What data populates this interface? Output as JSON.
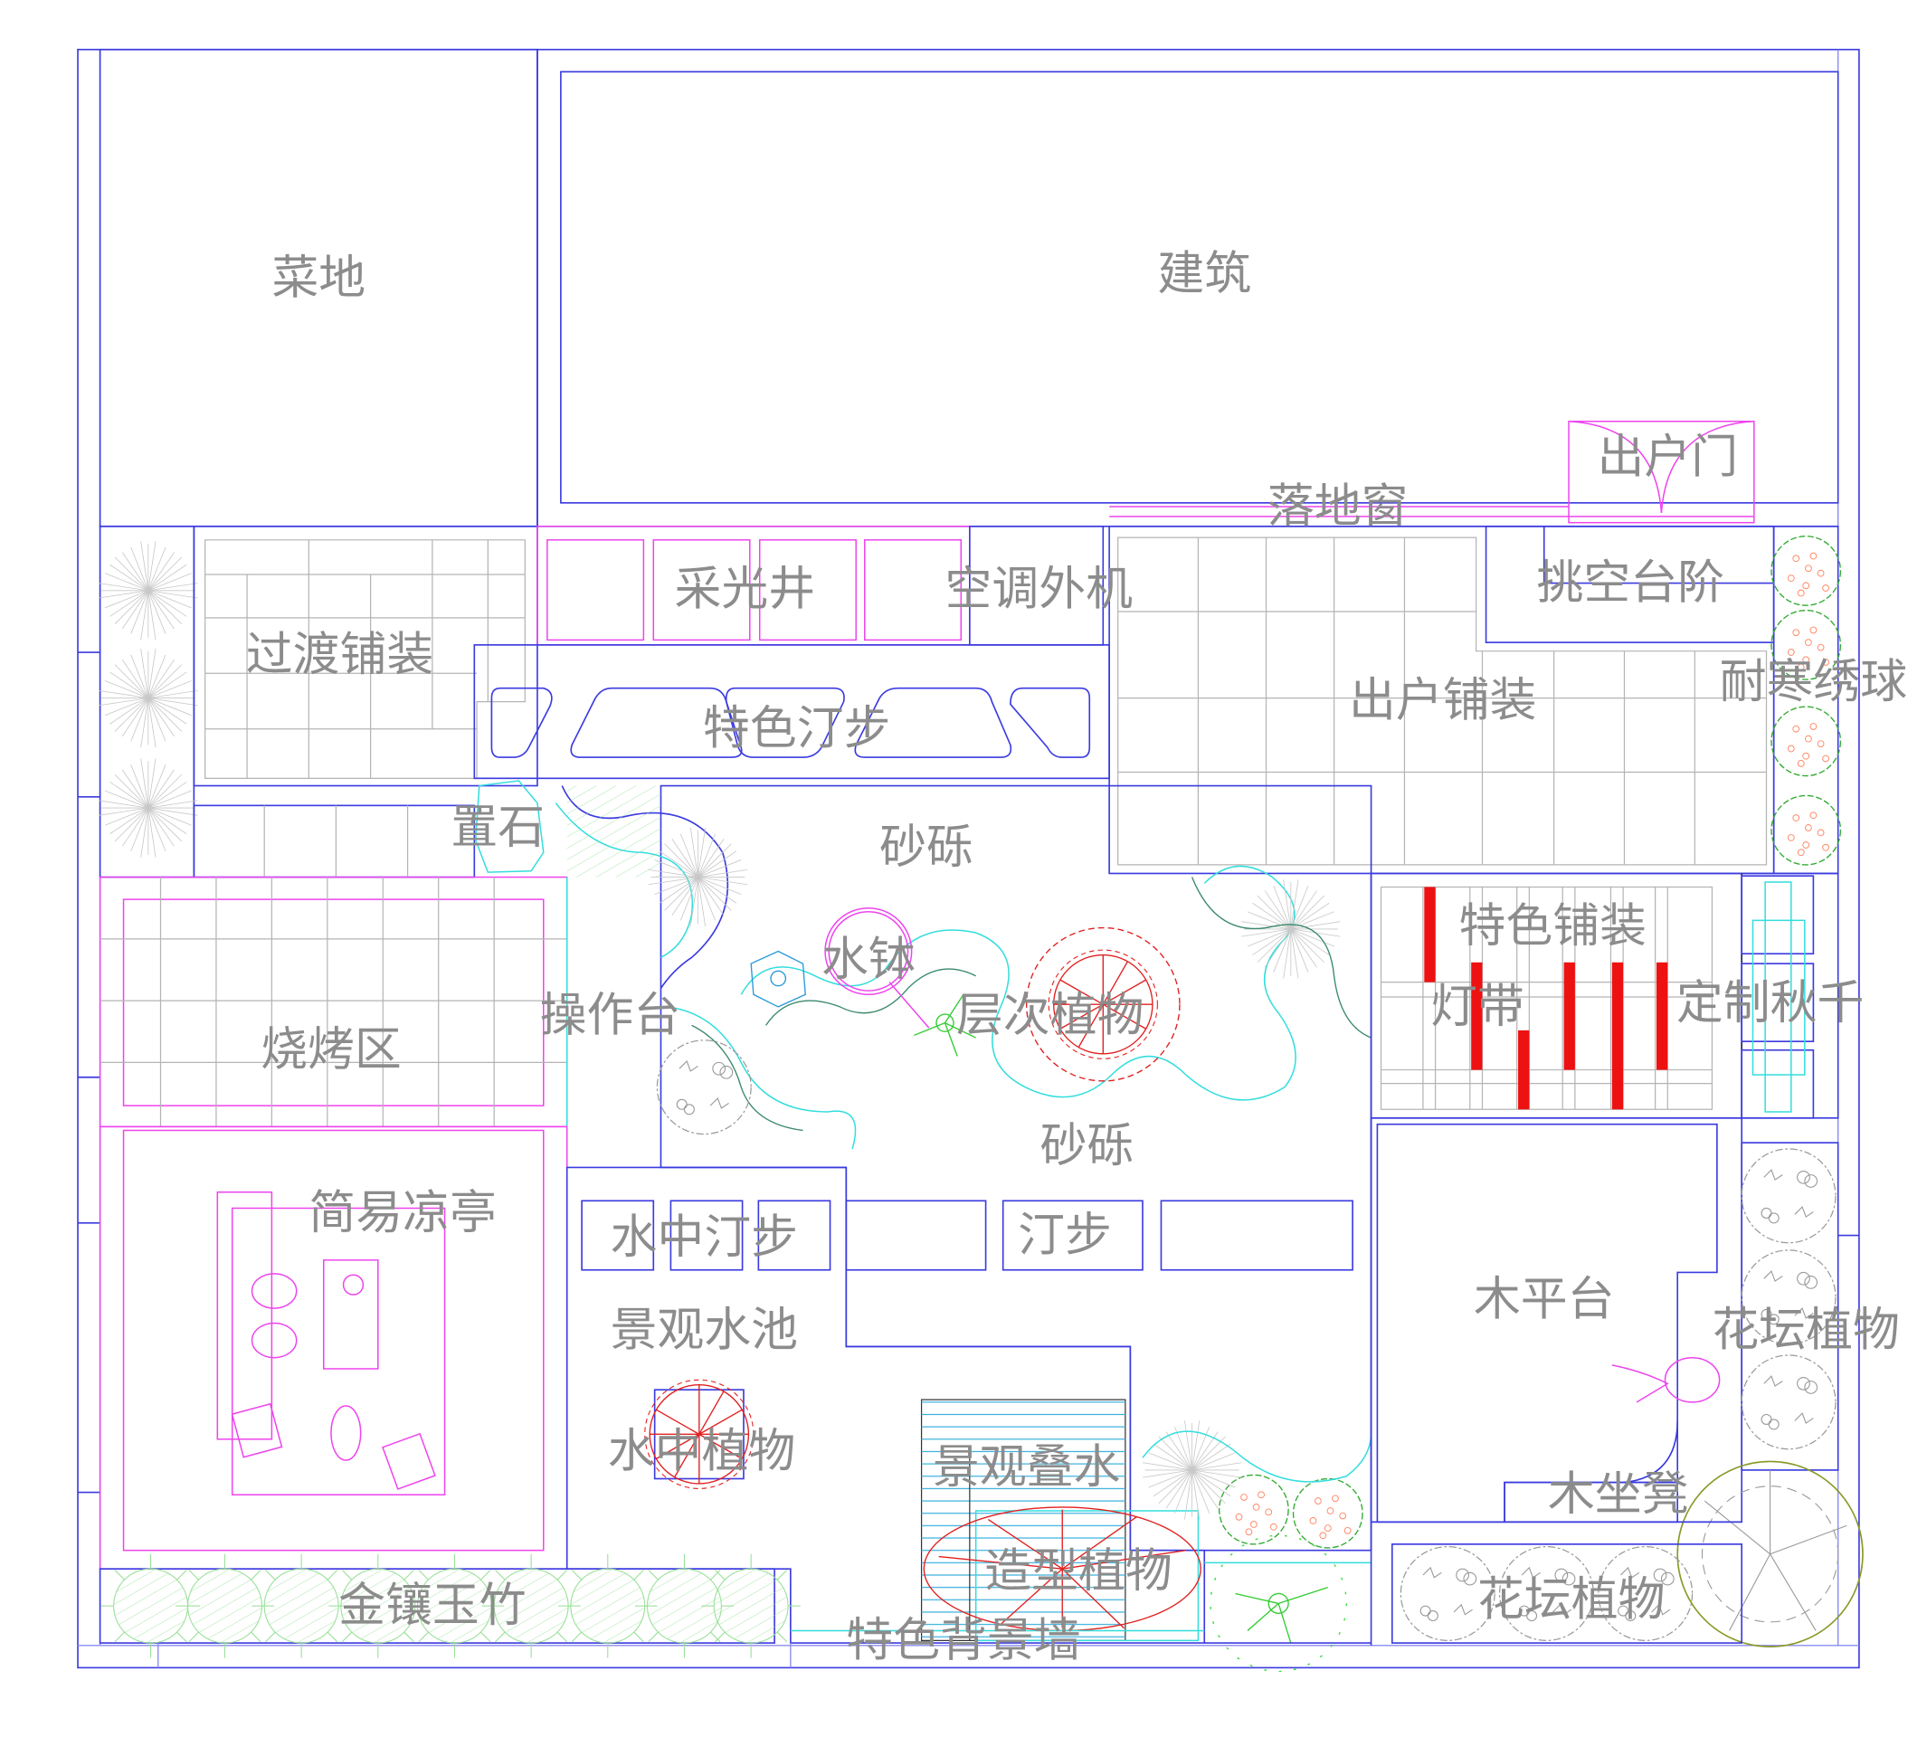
{
  "drawing": {
    "type": "garden landscape site plan",
    "colors": {
      "boundary": "#3b3be0",
      "structure_magenta": "#ee44ee",
      "paving_grey": "#b4b4b4",
      "water_cyan": "#33dddd",
      "water_lines": "#3ab0dd",
      "planting_red": "#e02020",
      "planting_green": "#33cc33",
      "light_strip_red": "#ee1111",
      "label_grey": "#8c8c8c"
    }
  },
  "labels": {
    "vegetable_plot": "菜地",
    "building": "建筑",
    "exit_door": "出户门",
    "floor_window": "落地窗",
    "light_well": "采光井",
    "ac_unit": "空调外机",
    "transition_paving": "过渡铺装",
    "cantilever_steps": "挑空台阶",
    "exit_paving": "出户铺装",
    "hydrangea": "耐寒绣球",
    "feature_stepping_stones": "特色汀步",
    "rock": "置石",
    "gravel_1": "砂砾",
    "feature_paving": "特色铺装",
    "water_bowl": "水钵",
    "layered_planting": "层次植物",
    "work_counter": "操作台",
    "light_strip": "灯带",
    "custom_swing": "定制秋千",
    "bbq_area": "烧烤区",
    "gravel_2": "砂砾",
    "pavilion": "简易凉亭",
    "water_stepping_stones": "水中汀步",
    "stepping_stones": "汀步",
    "wood_deck": "木平台",
    "planter_plants_right": "花坛植物",
    "landscape_pool": "景观水池",
    "aquatic_plants": "水中植物",
    "cascade": "景观叠水",
    "wood_bench": "木坐凳",
    "topiary": "造型植物",
    "planter_plants_bottom": "花坛植物",
    "bamboo": "金镶玉竹",
    "feature_wall": "特色背景墙"
  }
}
